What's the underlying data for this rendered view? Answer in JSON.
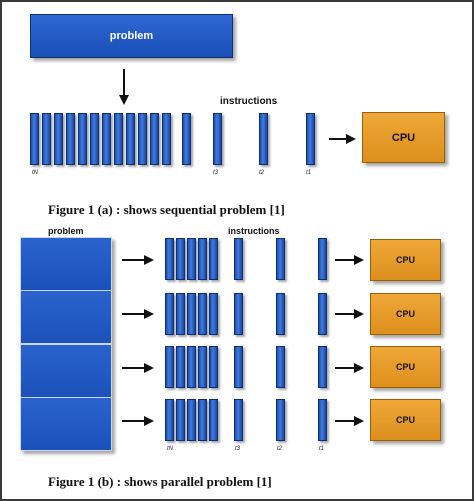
{
  "fig_a": {
    "problem_label": "problem",
    "instructions_label": "instructions",
    "cpu_label": "CPU",
    "tick_labels": [
      "tN",
      "t3",
      "t2",
      "t1"
    ],
    "caption": "Figure 1 (a) : shows sequential problem [1]"
  },
  "fig_b": {
    "problem_label": "problem",
    "instructions_label": "instructions",
    "cpu_labels": [
      "CPU",
      "CPU",
      "CPU",
      "CPU"
    ],
    "tick_labels": [
      "tN",
      "t3",
      "t2",
      "t1"
    ],
    "caption": "Figure 1 (b) : shows parallel problem [1]"
  },
  "colors": {
    "bar_blue": "#2b62c9",
    "cpu_orange": "#e89a2a",
    "arrow": "#111111"
  }
}
